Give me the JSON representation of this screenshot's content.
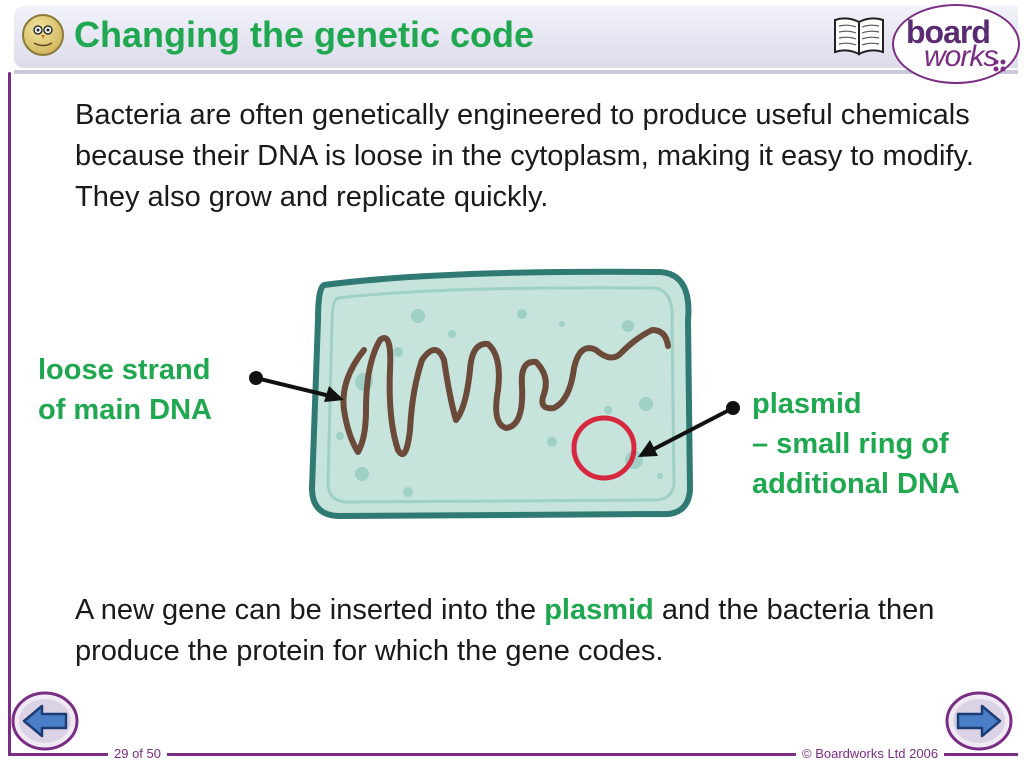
{
  "header": {
    "title": "Changing the genetic code",
    "logo": {
      "top": "board",
      "bottom": "works"
    },
    "icons": {
      "mascot": "owl-icon",
      "glossary": "book-icon"
    }
  },
  "intro_text": "Bacteria are often genetically engineered to produce useful chemicals because their DNA is loose in the cytoplasm, making it easy to modify. They also grow and replicate quickly.",
  "diagram": {
    "labels": {
      "main_dna_line1": "loose strand",
      "main_dna_line2": "of main DNA",
      "plasmid_line1": "plasmid",
      "plasmid_line2": "– small ring of",
      "plasmid_line3": "additional DNA"
    },
    "colors": {
      "cell_fill": "#c6e3dc",
      "cell_outline": "#2f7a72",
      "dna": "#6b4a3a",
      "plasmid": "#d6283f",
      "label": "#1fa84f"
    }
  },
  "conclusion": {
    "before": "A new gene can be inserted into the",
    "highlight": "plasmid",
    "after": "and the bacteria then produce the protein for which the gene codes."
  },
  "footer": {
    "page": "29 of 50",
    "copyright": "© Boardworks Ltd 2006",
    "prev_icon": "back-arrow-icon",
    "next_icon": "forward-arrow-icon"
  },
  "colors": {
    "accent": "#7b2c84",
    "title_green": "#1fa84f"
  }
}
